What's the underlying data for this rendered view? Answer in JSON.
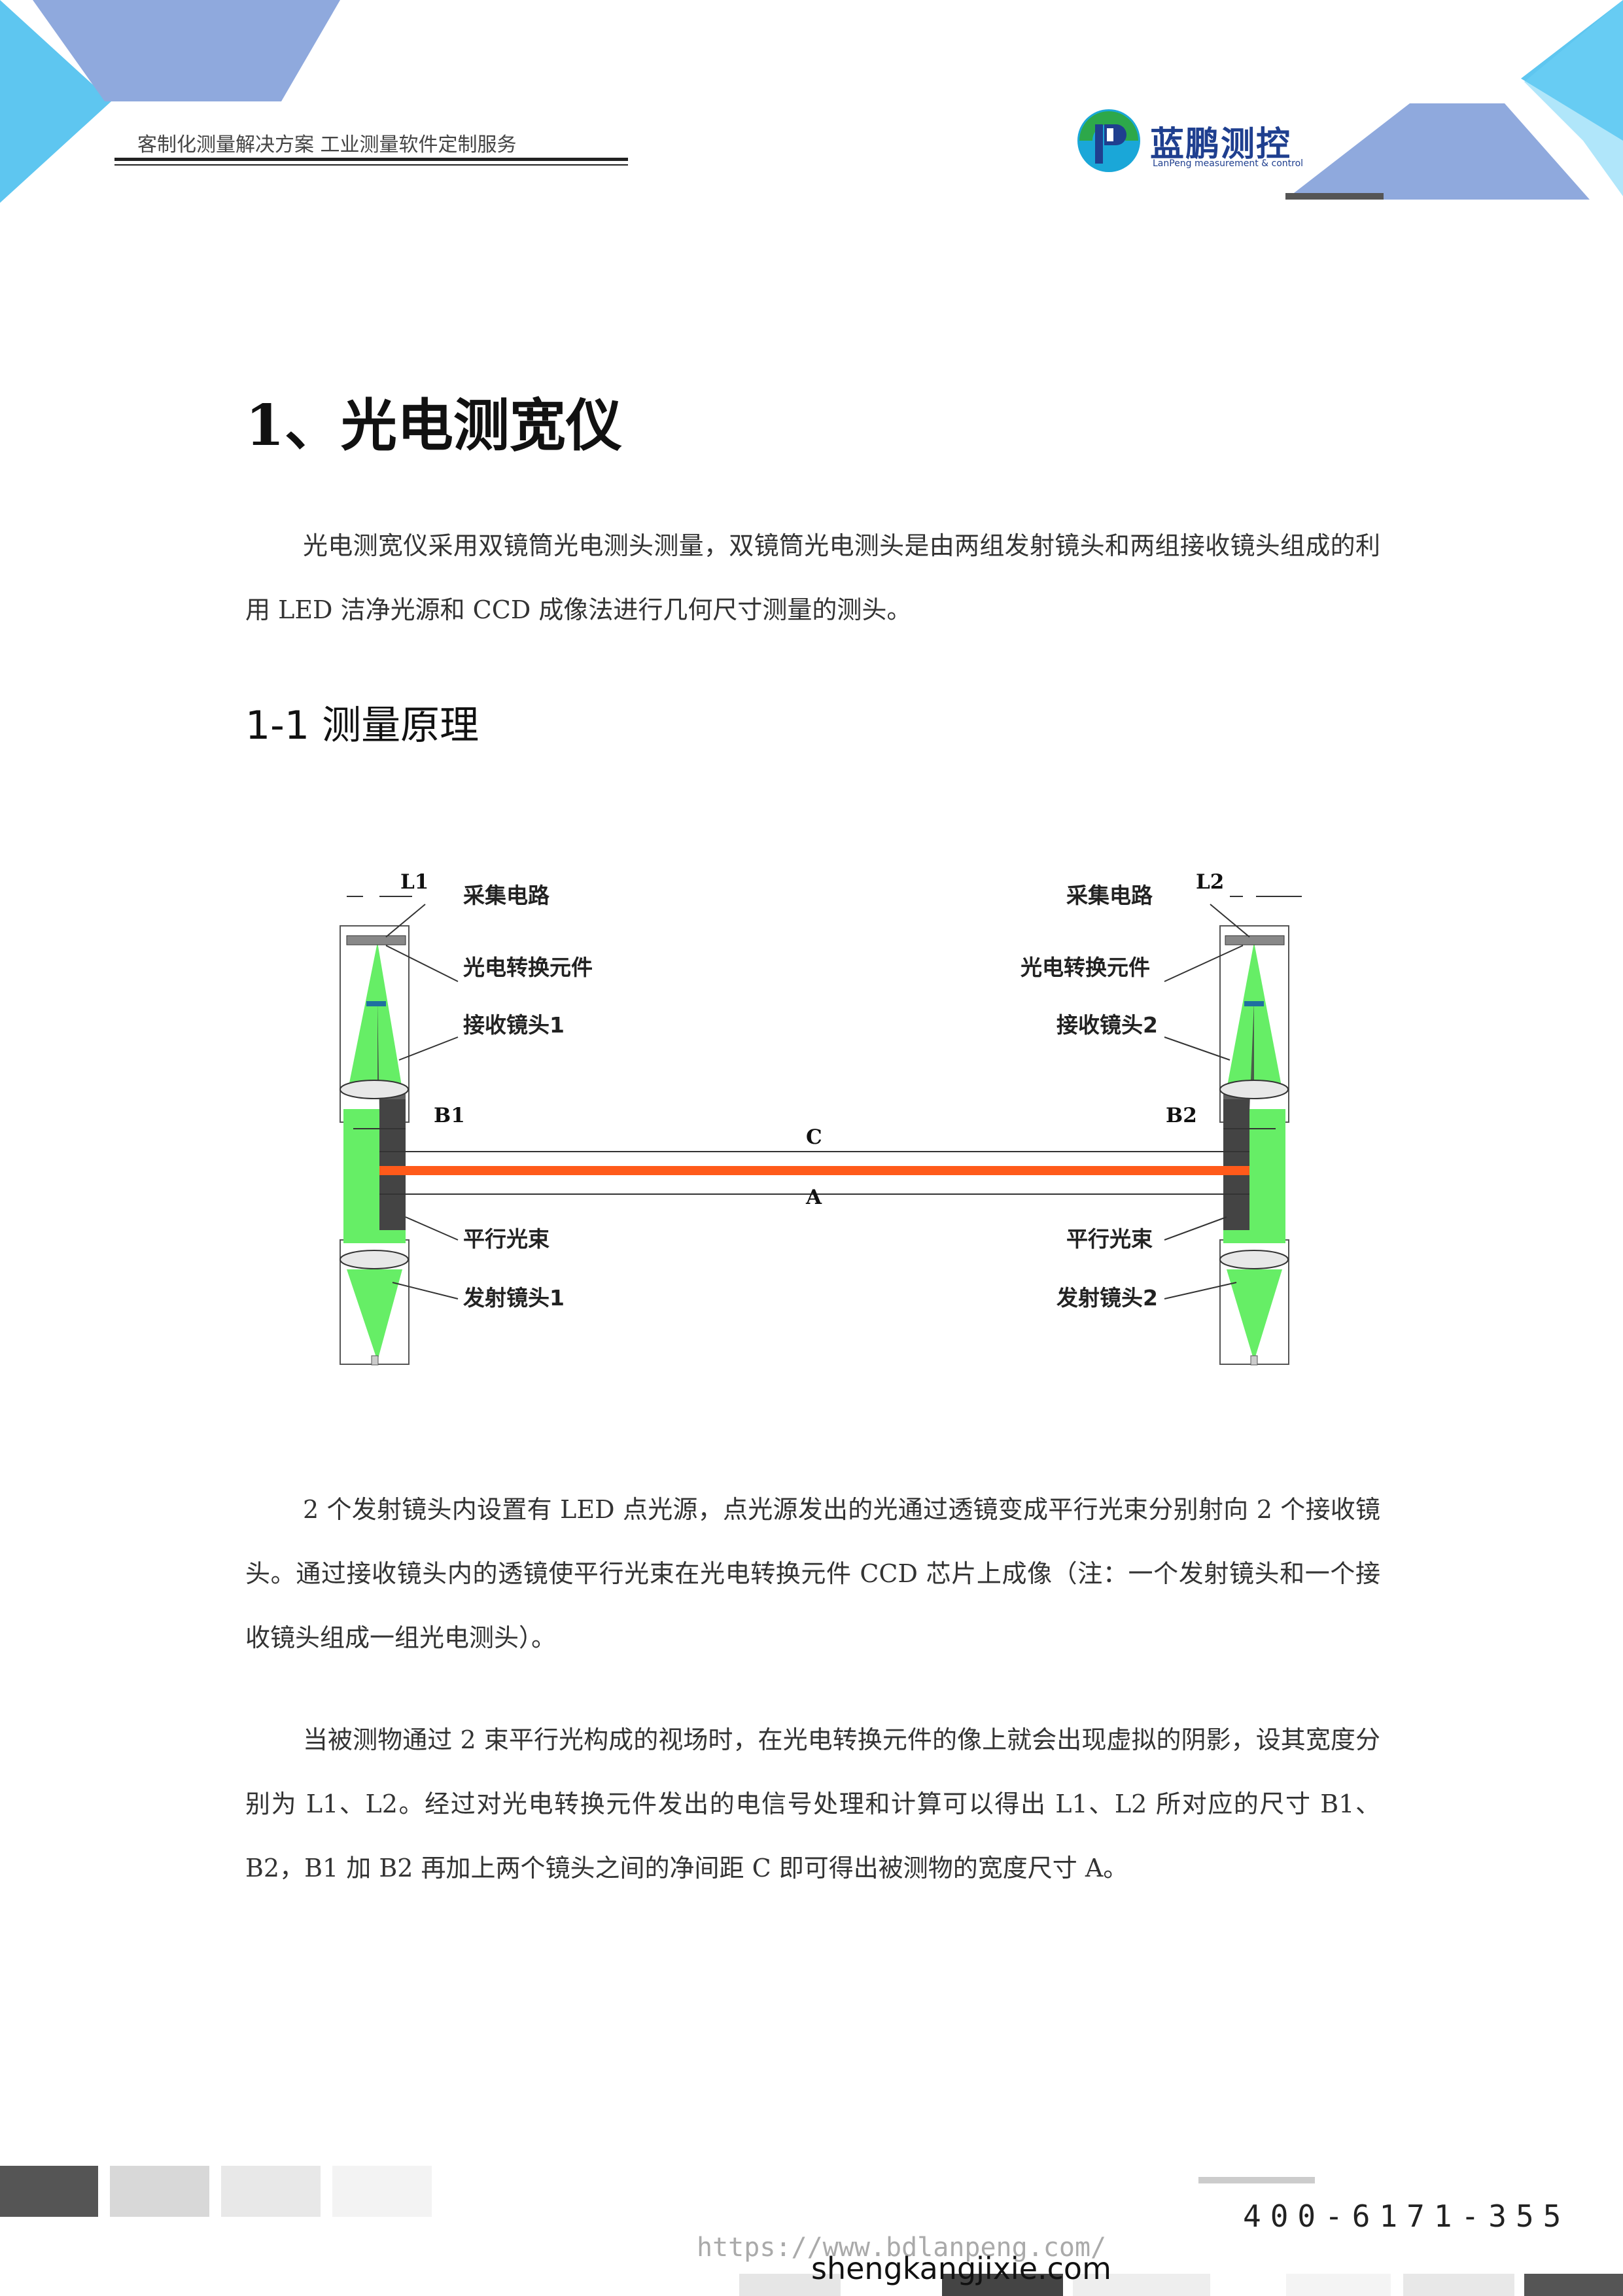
{
  "header": {
    "tagline": "客制化测量解决方案 工业测量软件定制服务",
    "brand_name": "蓝鹏测控",
    "brand_sub": "LanPeng measurement & control"
  },
  "colors": {
    "accent_blue": "#8fa9dd",
    "light_blue": "#5ec6f0",
    "beam_green": "#66ee66",
    "object_orange": "#ff5a1a",
    "brand_blue": "#1f3f8f"
  },
  "title": "1、光电测宽仪",
  "intro": "光电测宽仪采用双镜筒光电测头测量，双镜筒光电测头是由两组发射镜头和两组接收镜头组成的利用 LED 洁净光源和 CCD 成像法进行几何尺寸测量的测头。",
  "section": "1-1 测量原理",
  "diagram": {
    "left": {
      "L": "L1",
      "collect": "采集电路",
      "converter": "光电转换元件",
      "receiver": "接收镜头1",
      "B": "B1",
      "beam": "平行光束",
      "emitter": "发射镜头1"
    },
    "right": {
      "L": "L2",
      "collect": "采集电路",
      "converter": "光电转换元件",
      "receiver": "接收镜头2",
      "B": "B2",
      "beam": "平行光束",
      "emitter": "发射镜头2"
    },
    "C": "C",
    "A": "A"
  },
  "para2": "2 个发射镜头内设置有 LED 点光源，点光源发出的光通过透镜变成平行光束分别射向 2 个接收镜头。通过接收镜头内的透镜使平行光束在光电转换元件 CCD 芯片上成像（注：一个发射镜头和一个接收镜头组成一组光电测头）。",
  "para3": "当被测物通过 2 束平行光构成的视场时，在光电转换元件的像上就会出现虚拟的阴影，设其宽度分别为 L1、L2。经过对光电转换元件发出的电信号处理和计算可以得出 L1、L2 所对应的尺寸 B1、B2，B1 加 B2 再加上两个镜头之间的净间距 C 即可得出被测物的宽度尺寸 A。",
  "footer": {
    "phone": "400-6171-355",
    "url": "https://www.bdlanpeng.com/",
    "watermark": "shengkangjixie.com"
  }
}
